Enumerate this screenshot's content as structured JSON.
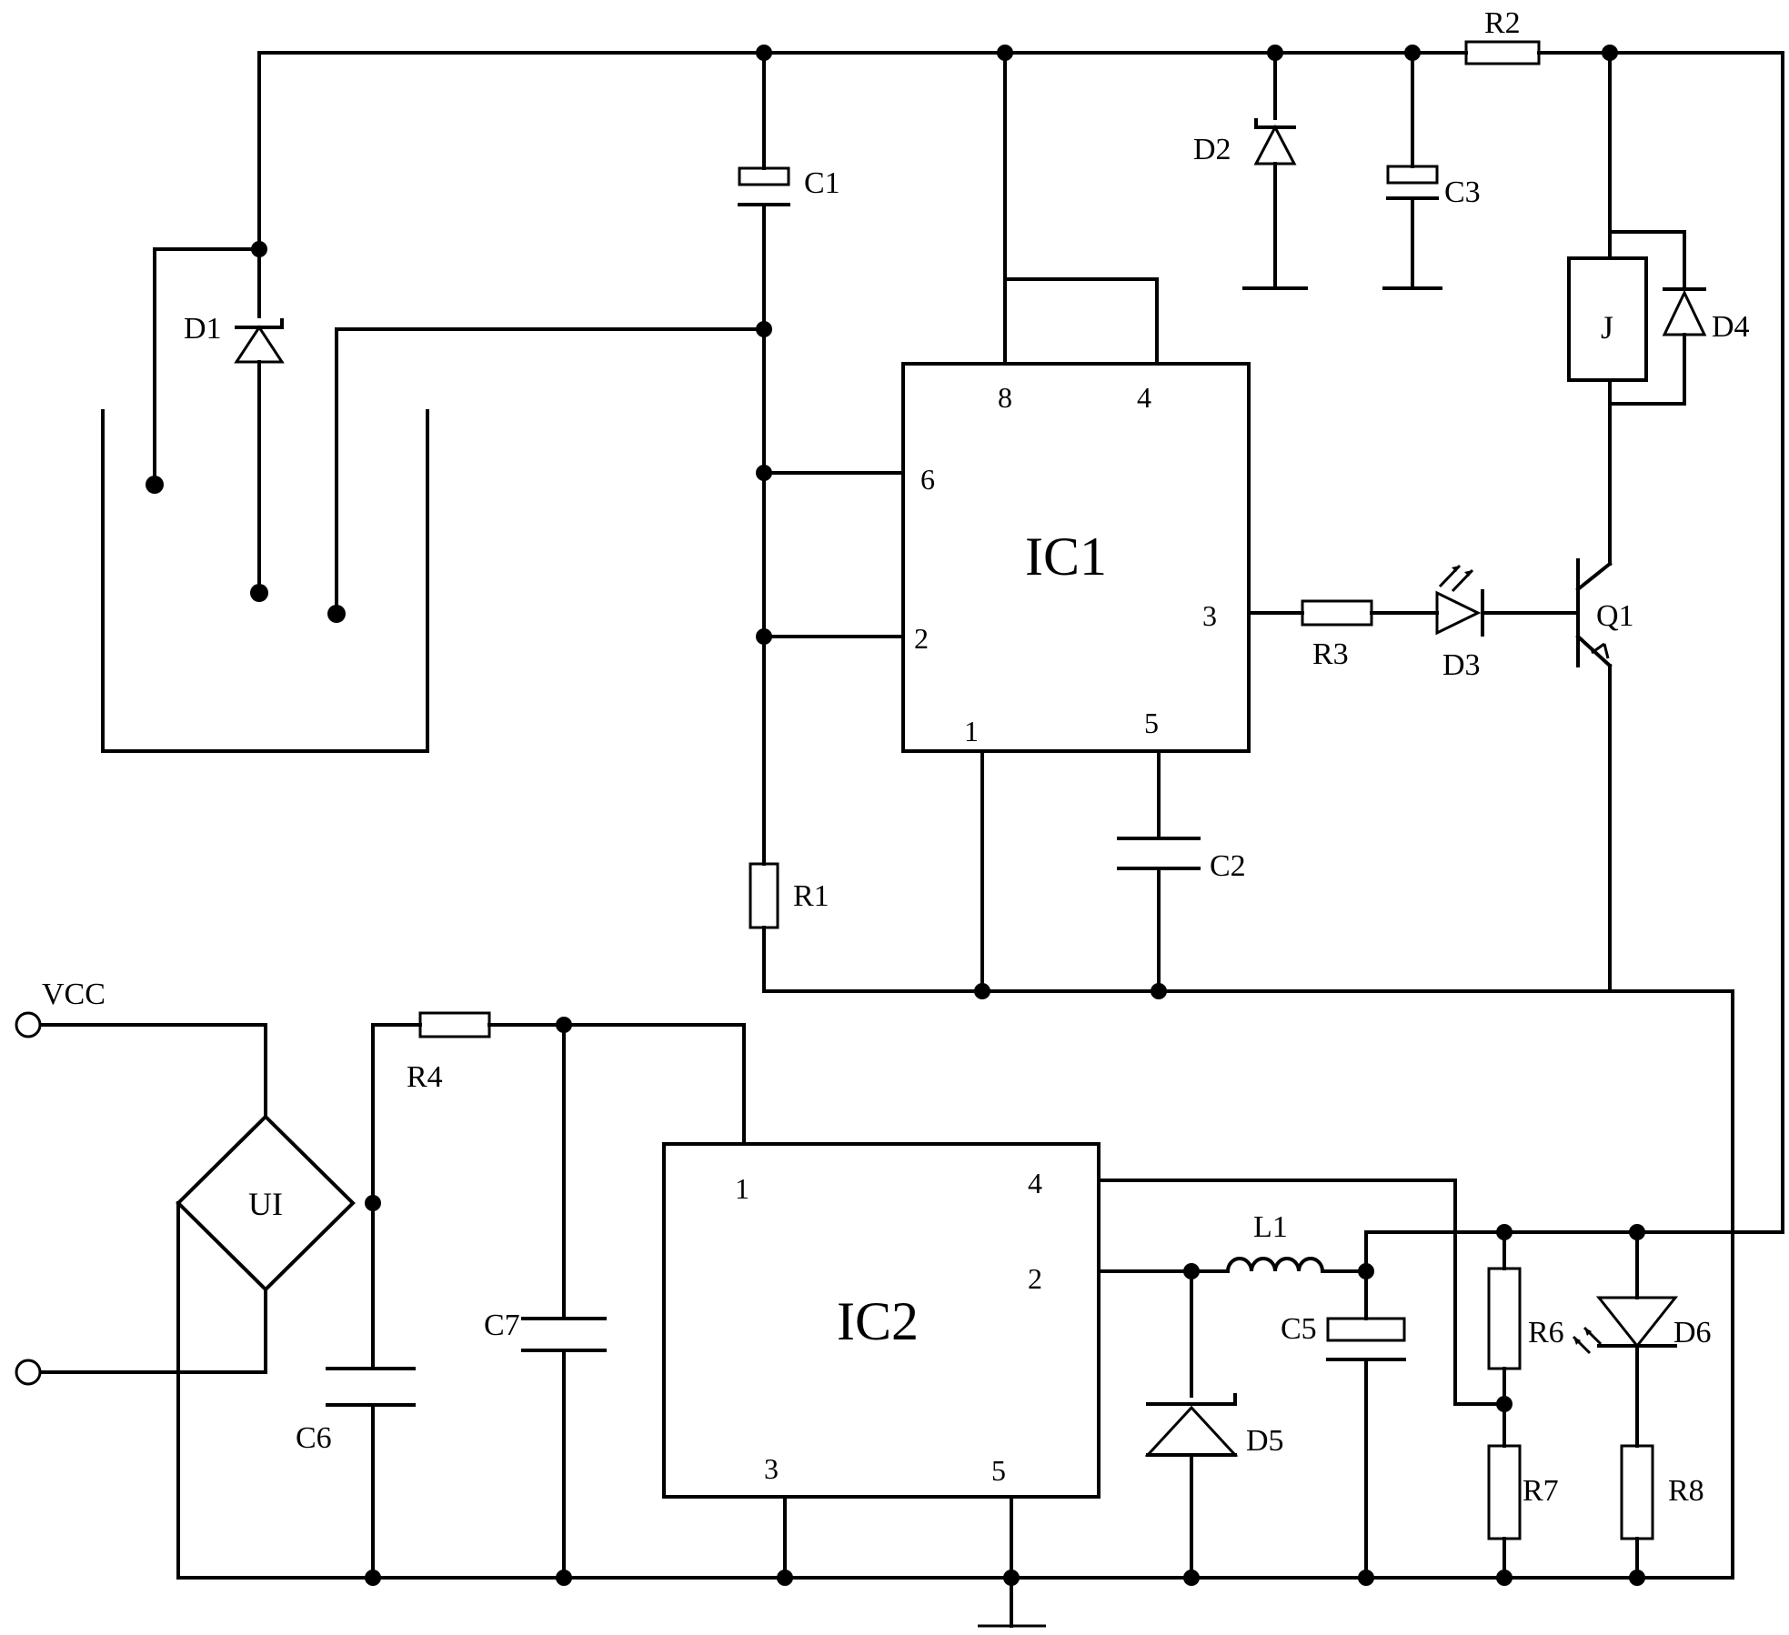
{
  "labels": {
    "ic1": "IC1",
    "ic2": "IC2",
    "relay": "J",
    "rectifier": "UI",
    "vcc": "VCC",
    "c1": "C1",
    "c2": "C2",
    "c3": "C3",
    "c5": "C5",
    "c6": "C6",
    "c7": "C7",
    "r1": "R1",
    "r2": "R2",
    "r3": "R3",
    "r4": "R4",
    "r6": "R6",
    "r7": "R7",
    "r8": "R8",
    "d1": "D1",
    "d2": "D2",
    "d3": "D3",
    "d4": "D4",
    "d5": "D5",
    "d6": "D6",
    "q1": "Q1",
    "l1": "L1"
  },
  "ic1_pins": {
    "p1": "1",
    "p2": "2",
    "p3": "3",
    "p4": "4",
    "p5": "5",
    "p6": "6",
    "p8": "8"
  },
  "ic2_pins": {
    "p1": "1",
    "p2": "2",
    "p3": "3",
    "p4": "4",
    "p5": "5"
  }
}
